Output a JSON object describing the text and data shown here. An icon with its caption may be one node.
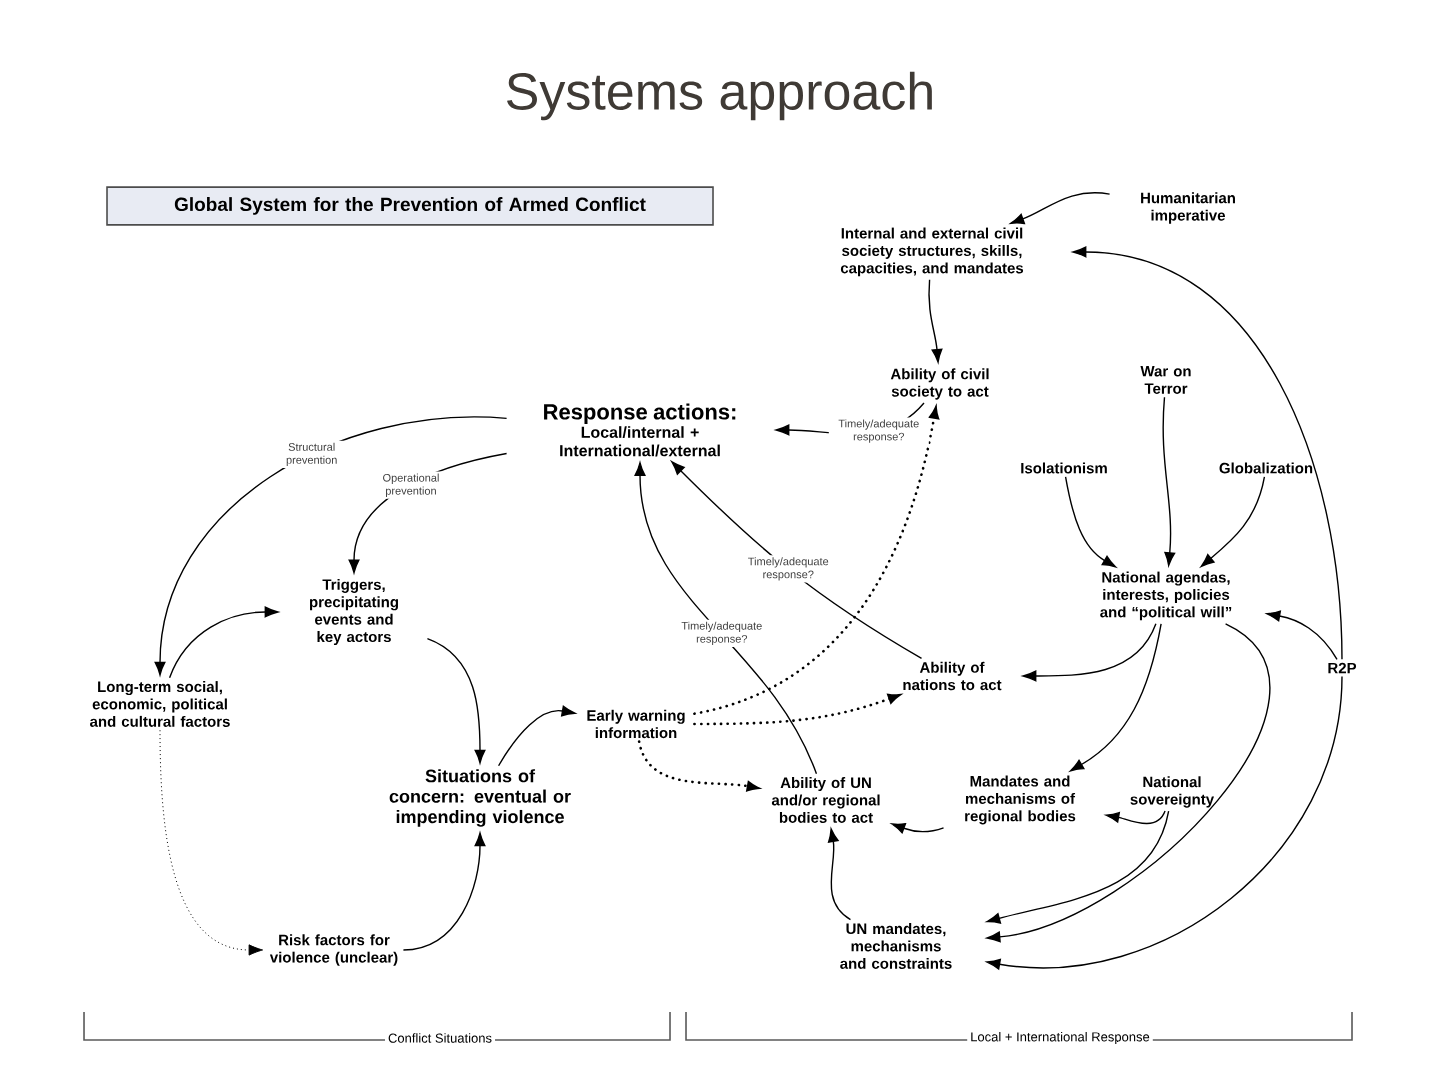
{
  "diagram": {
    "title": "Systems approach",
    "nodes": [
      {
        "text": [
          "Global System for the Prevention of Armed Conflict"
        ]
      },
      {
        "text": [
          "Response actions:",
          "Local/internal + International/external"
        ]
      },
      {
        "text": [
          "Humanitarian imperative"
        ]
      },
      {
        "text": [
          "Internal and external civil society structures, skills, capacities, and mandates"
        ]
      },
      {
        "text": [
          "Ability of civil society to act"
        ]
      },
      {
        "text": [
          "War on Terror"
        ]
      },
      {
        "text": [
          "Isolationism"
        ]
      },
      {
        "text": [
          "Globalization"
        ]
      },
      {
        "text": [
          "National agendas, interests, policies and “political will”"
        ]
      },
      {
        "text": [
          "Triggers, precipitating events and key actors"
        ]
      },
      {
        "text": [
          "Long-term social, economic, political and cultural factors"
        ]
      },
      {
        "text": [
          "Ability of nations to act"
        ]
      },
      {
        "text": [
          "Early warning information"
        ]
      },
      {
        "text": [
          "Situations of concern: eventual or impending violence"
        ]
      },
      {
        "text": [
          "Ability of UN and/or regional bodies to act"
        ]
      },
      {
        "text": [
          "Mandates and mechanisms of regional bodies"
        ]
      },
      {
        "text": [
          "National sovereignty"
        ]
      },
      {
        "text": [
          "R2P"
        ]
      },
      {
        "text": [
          "Risk factors for violence (unclear)"
        ]
      },
      {
        "text": [
          "UN mandates, mechanisms and constraints"
        ]
      }
    ],
    "edges": [
      {
        "from": 2,
        "to": 3,
        "arrow": "to"
      },
      {
        "from": 17,
        "to": 3,
        "arrow": "to"
      },
      {
        "from": 3,
        "to": 4,
        "arrow": "to"
      },
      {
        "from": 4,
        "to": 1,
        "arrow": "to",
        "label": "Timely/adequate response?"
      },
      {
        "from": 6,
        "to": 8,
        "arrow": "to"
      },
      {
        "from": 7,
        "to": 8,
        "arrow": "to"
      },
      {
        "from": 5,
        "to": 8,
        "arrow": "to"
      },
      {
        "from": 17,
        "to": 8,
        "arrow": "to"
      },
      {
        "from": 8,
        "to": 11,
        "arrow": "to"
      },
      {
        "from": 11,
        "to": 1,
        "arrow": "to",
        "label": "Timely/adequate response?"
      },
      {
        "from": 14,
        "to": 1,
        "arrow": "to",
        "label": "Timely/adequate response?"
      },
      {
        "from": 8,
        "to": 15,
        "arrow": "to"
      },
      {
        "from": 8,
        "to": 19,
        "arrow": "to"
      },
      {
        "from": 16,
        "to": 15,
        "arrow": "to"
      },
      {
        "from": 16,
        "to": 19,
        "arrow": "to"
      },
      {
        "from": 17,
        "to": 19,
        "arrow": "to"
      },
      {
        "from": 15,
        "to": 14,
        "arrow": "to"
      },
      {
        "from": 19,
        "to": 14,
        "arrow": "to"
      },
      {
        "from": 1,
        "to": 10,
        "arrow": "to",
        "label": "Structural prevention"
      },
      {
        "from": 1,
        "to": 9,
        "arrow": "to",
        "label": "Operational prevention"
      },
      {
        "from": 10,
        "to": 9,
        "arrow": "to"
      },
      {
        "from": 9,
        "to": 13,
        "arrow": "to"
      },
      {
        "from": 13,
        "to": 12,
        "arrow": "to"
      },
      {
        "from": 12,
        "to": 4,
        "arrow": "to",
        "style": "dashed"
      },
      {
        "from": 12,
        "to": 11,
        "arrow": "to",
        "style": "dashed"
      },
      {
        "from": 12,
        "to": 14,
        "arrow": "to",
        "style": "dashed"
      },
      {
        "from": 10,
        "to": 18,
        "arrow": "to",
        "style": "dashed"
      },
      {
        "from": 18,
        "to": 13,
        "arrow": "to"
      }
    ],
    "labels": [
      "Conflict Situations",
      "Local + International Response"
    ]
  }
}
